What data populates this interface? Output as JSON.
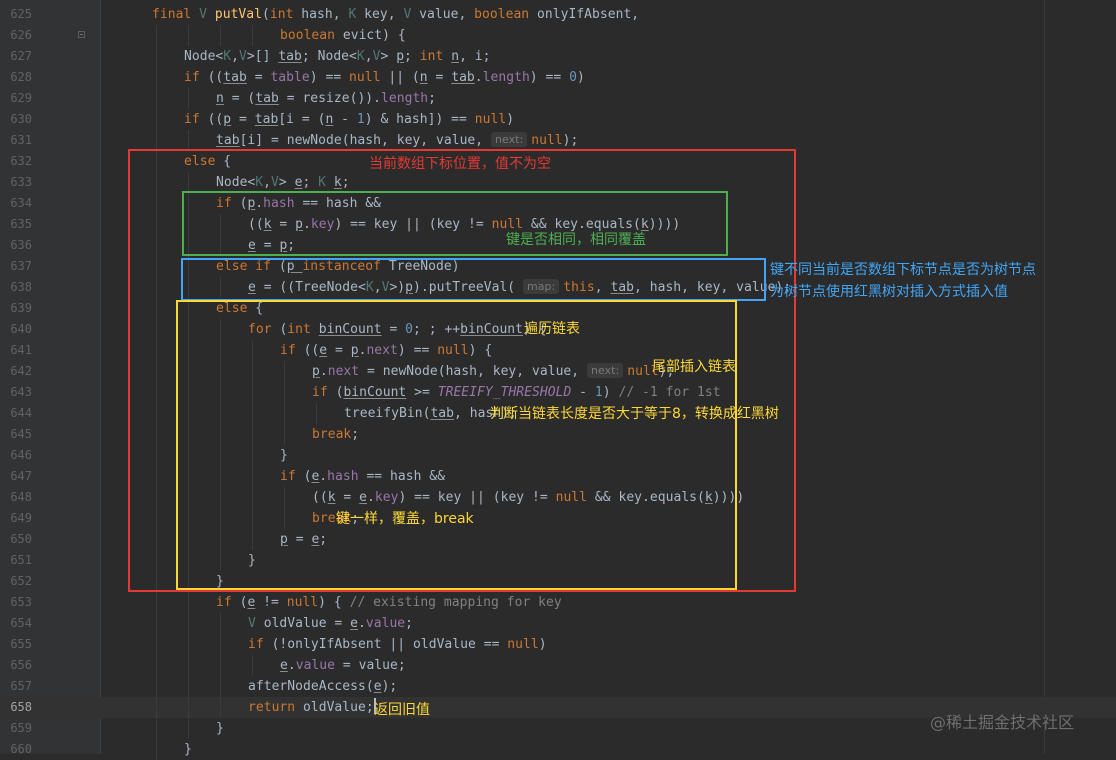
{
  "editor": {
    "lines": [
      {
        "n": "625",
        "indent": 2,
        "t": [
          [
            "kw",
            "final "
          ],
          [
            "tp",
            "V "
          ],
          [
            "fn",
            "putVal"
          ],
          [
            "",
            "("
          ],
          [
            "kw",
            "int "
          ],
          [
            "",
            "hash, "
          ],
          [
            "tp",
            "K "
          ],
          [
            "",
            "key, "
          ],
          [
            "tp",
            "V "
          ],
          [
            "",
            "value, "
          ],
          [
            "kw",
            "boolean "
          ],
          [
            "",
            "onlyIfAbsent,"
          ]
        ]
      },
      {
        "n": "626",
        "indent": 6,
        "fold": 1,
        "t": [
          [
            "kw",
            "boolean "
          ],
          [
            "",
            "evict) {"
          ]
        ]
      },
      {
        "n": "627",
        "indent": 3,
        "t": [
          [
            "",
            "Node<"
          ],
          [
            "tp",
            "K"
          ],
          [
            "",
            ","
          ],
          [
            "tp",
            "V"
          ],
          [
            "",
            ">[] "
          ],
          [
            "var",
            "tab"
          ],
          [
            "",
            "; Node<"
          ],
          [
            "tp",
            "K"
          ],
          [
            "",
            ","
          ],
          [
            "tp",
            "V"
          ],
          [
            "",
            "> "
          ],
          [
            "var",
            "p"
          ],
          [
            "",
            "; "
          ],
          [
            "kw",
            "int "
          ],
          [
            "var",
            "n"
          ],
          [
            "",
            ", i;"
          ]
        ]
      },
      {
        "n": "628",
        "indent": 3,
        "t": [
          [
            "kw",
            "if "
          ],
          [
            "",
            "(("
          ],
          [
            "var",
            "tab"
          ],
          [
            "",
            " = "
          ],
          [
            "fld",
            "table"
          ],
          [
            "",
            ") == "
          ],
          [
            "kw",
            "null "
          ],
          [
            "",
            "|| ("
          ],
          [
            "var",
            "n"
          ],
          [
            "",
            " = "
          ],
          [
            "var",
            "tab"
          ],
          [
            "",
            "."
          ],
          [
            "fld",
            "length"
          ],
          [
            "",
            ") == "
          ],
          [
            "num",
            "0"
          ],
          [
            "",
            ")"
          ]
        ]
      },
      {
        "n": "629",
        "indent": 4,
        "t": [
          [
            "var",
            "n"
          ],
          [
            "",
            " = ("
          ],
          [
            "var",
            "tab"
          ],
          [
            "",
            " = resize())."
          ],
          [
            "fld",
            "length"
          ],
          [
            "",
            ";"
          ]
        ]
      },
      {
        "n": "630",
        "indent": 3,
        "t": [
          [
            "kw",
            "if "
          ],
          [
            "",
            "(("
          ],
          [
            "var",
            "p"
          ],
          [
            "",
            " = "
          ],
          [
            "var",
            "tab"
          ],
          [
            "",
            "[i = ("
          ],
          [
            "var",
            "n"
          ],
          [
            "",
            " - "
          ],
          [
            "num",
            "1"
          ],
          [
            "",
            ") & hash]) == "
          ],
          [
            "kw",
            "null"
          ],
          [
            "",
            ")"
          ]
        ]
      },
      {
        "n": "631",
        "indent": 4,
        "t": [
          [
            "var",
            "tab"
          ],
          [
            "",
            "[i] = newNode(hash, key, value, "
          ],
          [
            "hint",
            "next:"
          ],
          [
            "kw",
            "null"
          ],
          [
            "",
            ");"
          ]
        ]
      },
      {
        "n": "632",
        "indent": 3,
        "t": [
          [
            "kw",
            "else "
          ],
          [
            "",
            "{"
          ]
        ]
      },
      {
        "n": "633",
        "indent": 4,
        "t": [
          [
            "",
            "Node<"
          ],
          [
            "tp",
            "K"
          ],
          [
            "",
            ","
          ],
          [
            "tp",
            "V"
          ],
          [
            "",
            "> "
          ],
          [
            "var",
            "e"
          ],
          [
            "",
            "; "
          ],
          [
            "tp",
            "K "
          ],
          [
            "var",
            "k"
          ],
          [
            "",
            ";"
          ]
        ]
      },
      {
        "n": "634",
        "indent": 4,
        "t": [
          [
            "kw",
            "if "
          ],
          [
            "",
            "("
          ],
          [
            "var",
            "p"
          ],
          [
            "",
            "."
          ],
          [
            "fld",
            "hash"
          ],
          [
            "",
            " == hash &&"
          ]
        ]
      },
      {
        "n": "635",
        "indent": 5,
        "t": [
          [
            "",
            "(("
          ],
          [
            "var",
            "k"
          ],
          [
            "",
            " = "
          ],
          [
            "var",
            "p"
          ],
          [
            "",
            "."
          ],
          [
            "fld",
            "key"
          ],
          [
            "",
            ") == key || (key != "
          ],
          [
            "kw",
            "null "
          ],
          [
            "",
            "&& key.equals("
          ],
          [
            "var",
            "k"
          ],
          [
            "",
            "))))"
          ]
        ]
      },
      {
        "n": "636",
        "indent": 5,
        "t": [
          [
            "var",
            "e"
          ],
          [
            "",
            " = "
          ],
          [
            "var",
            "p"
          ],
          [
            "",
            ";"
          ]
        ]
      },
      {
        "n": "637",
        "indent": 4,
        "t": [
          [
            "kw",
            "else if "
          ],
          [
            "",
            "("
          ],
          [
            "var",
            "p "
          ],
          [
            "kw",
            "instanceof "
          ],
          [
            "",
            "TreeNode)"
          ]
        ]
      },
      {
        "n": "638",
        "indent": 5,
        "t": [
          [
            "var",
            "e"
          ],
          [
            "",
            " = ((TreeNode<"
          ],
          [
            "tp",
            "K"
          ],
          [
            "",
            ","
          ],
          [
            "tp",
            "V"
          ],
          [
            "",
            ">)"
          ],
          [
            "var",
            "p"
          ],
          [
            "",
            ").putTreeVal( "
          ],
          [
            "hint",
            "map:"
          ],
          [
            "kw",
            "this"
          ],
          [
            "",
            ", "
          ],
          [
            "var",
            "tab"
          ],
          [
            "",
            ", hash, key, value);"
          ]
        ]
      },
      {
        "n": "639",
        "indent": 4,
        "t": [
          [
            "kw",
            "else "
          ],
          [
            "",
            "{"
          ]
        ]
      },
      {
        "n": "640",
        "indent": 5,
        "t": [
          [
            "kw",
            "for "
          ],
          [
            "",
            "("
          ],
          [
            "kw",
            "int "
          ],
          [
            "var",
            "binCount"
          ],
          [
            "",
            " = "
          ],
          [
            "num",
            "0"
          ],
          [
            "",
            "; ; ++"
          ],
          [
            "var",
            "binCount"
          ],
          [
            "",
            ") {"
          ]
        ]
      },
      {
        "n": "641",
        "indent": 6,
        "t": [
          [
            "kw",
            "if "
          ],
          [
            "",
            "(("
          ],
          [
            "var",
            "e"
          ],
          [
            "",
            " = "
          ],
          [
            "var",
            "p"
          ],
          [
            "",
            "."
          ],
          [
            "fld",
            "next"
          ],
          [
            "",
            ") == "
          ],
          [
            "kw",
            "null"
          ],
          [
            "",
            ") {"
          ]
        ]
      },
      {
        "n": "642",
        "indent": 7,
        "t": [
          [
            "var",
            "p"
          ],
          [
            "",
            "."
          ],
          [
            "fld",
            "next"
          ],
          [
            "",
            " = newNode(hash, key, value, "
          ],
          [
            "hint",
            "next:"
          ],
          [
            "kw",
            "null"
          ],
          [
            "",
            ");"
          ]
        ]
      },
      {
        "n": "643",
        "indent": 7,
        "t": [
          [
            "kw",
            "if "
          ],
          [
            "",
            "("
          ],
          [
            "var",
            "binCount"
          ],
          [
            "",
            " >= "
          ],
          [
            "const",
            "TREEIFY_THRESHOLD"
          ],
          [
            "",
            " - "
          ],
          [
            "num",
            "1"
          ],
          [
            "",
            ") "
          ],
          [
            "cmt",
            "// -1 for 1st"
          ]
        ]
      },
      {
        "n": "644",
        "indent": 8,
        "t": [
          [
            "",
            "treeifyBin("
          ],
          [
            "var",
            "tab"
          ],
          [
            "",
            ", hash);"
          ]
        ]
      },
      {
        "n": "645",
        "indent": 7,
        "t": [
          [
            "kw",
            "break"
          ],
          [
            "",
            ";"
          ]
        ]
      },
      {
        "n": "646",
        "indent": 6,
        "t": [
          [
            "",
            "}"
          ]
        ]
      },
      {
        "n": "647",
        "indent": 6,
        "t": [
          [
            "kw",
            "if "
          ],
          [
            "",
            "("
          ],
          [
            "var",
            "e"
          ],
          [
            "",
            "."
          ],
          [
            "fld",
            "hash"
          ],
          [
            "",
            " == hash &&"
          ]
        ]
      },
      {
        "n": "648",
        "indent": 7,
        "t": [
          [
            "",
            "(("
          ],
          [
            "var",
            "k"
          ],
          [
            "",
            " = "
          ],
          [
            "var",
            "e"
          ],
          [
            "",
            "."
          ],
          [
            "fld",
            "key"
          ],
          [
            "",
            ") == key || (key != "
          ],
          [
            "kw",
            "null "
          ],
          [
            "",
            "&& key.equals("
          ],
          [
            "var",
            "k"
          ],
          [
            "",
            "))))"
          ]
        ]
      },
      {
        "n": "649",
        "indent": 7,
        "t": [
          [
            "kw",
            "break"
          ],
          [
            "",
            ";"
          ]
        ]
      },
      {
        "n": "650",
        "indent": 6,
        "t": [
          [
            "var",
            "p"
          ],
          [
            "",
            " = "
          ],
          [
            "var",
            "e"
          ],
          [
            "",
            ";"
          ]
        ]
      },
      {
        "n": "651",
        "indent": 5,
        "t": [
          [
            "",
            "}"
          ]
        ]
      },
      {
        "n": "652",
        "indent": 4,
        "t": [
          [
            "",
            "}"
          ]
        ]
      },
      {
        "n": "653",
        "indent": 4,
        "t": [
          [
            "kw",
            "if "
          ],
          [
            "",
            "("
          ],
          [
            "var",
            "e"
          ],
          [
            "",
            " != "
          ],
          [
            "kw",
            "null"
          ],
          [
            "",
            ") { "
          ],
          [
            "cmt",
            "// existing mapping for key"
          ]
        ]
      },
      {
        "n": "654",
        "indent": 5,
        "t": [
          [
            "tp",
            "V "
          ],
          [
            "",
            "oldValue = "
          ],
          [
            "var",
            "e"
          ],
          [
            "",
            "."
          ],
          [
            "fld",
            "value"
          ],
          [
            "",
            ";"
          ]
        ]
      },
      {
        "n": "655",
        "indent": 5,
        "t": [
          [
            "kw",
            "if "
          ],
          [
            "",
            "(!onlyIfAbsent || oldValue == "
          ],
          [
            "kw",
            "null"
          ],
          [
            "",
            ")"
          ]
        ]
      },
      {
        "n": "656",
        "indent": 6,
        "t": [
          [
            "var",
            "e"
          ],
          [
            "",
            "."
          ],
          [
            "fld",
            "value"
          ],
          [
            "",
            " = value;"
          ]
        ]
      },
      {
        "n": "657",
        "indent": 5,
        "t": [
          [
            "",
            "afterNodeAccess("
          ],
          [
            "var",
            "e"
          ],
          [
            "",
            ");"
          ]
        ]
      },
      {
        "n": "658",
        "indent": 5,
        "cur": 1,
        "t": [
          [
            "kw",
            "return "
          ],
          [
            "",
            "oldValue;"
          ],
          [
            "caret",
            ""
          ]
        ]
      },
      {
        "n": "659",
        "indent": 4,
        "t": [
          [
            "",
            "}"
          ]
        ]
      },
      {
        "n": "660",
        "indent": 3,
        "t": [
          [
            "",
            "}"
          ]
        ]
      }
    ]
  },
  "annotations": {
    "else_branch": "当前数组下标位置，值不为空",
    "same_key": "键是否相同，相同覆盖",
    "tree_node_line1": "键不同当前是否数组下标节点是否为树节点",
    "tree_node_line2": "为树节点使用红黑树对插入方式插入值",
    "traverse": "遍历链表",
    "tail_insert": "尾部插入链表",
    "treeify": "判断当链表长度是否大于等于8，转换成红黑树",
    "break_same": "键一样，覆盖，break",
    "return_old": "返回旧值"
  },
  "colors": {
    "red": "#e53935",
    "green": "#4caf50",
    "blue": "#42a5f5",
    "yellow": "#fdd835"
  },
  "watermark": "@稀土掘金技术社区"
}
